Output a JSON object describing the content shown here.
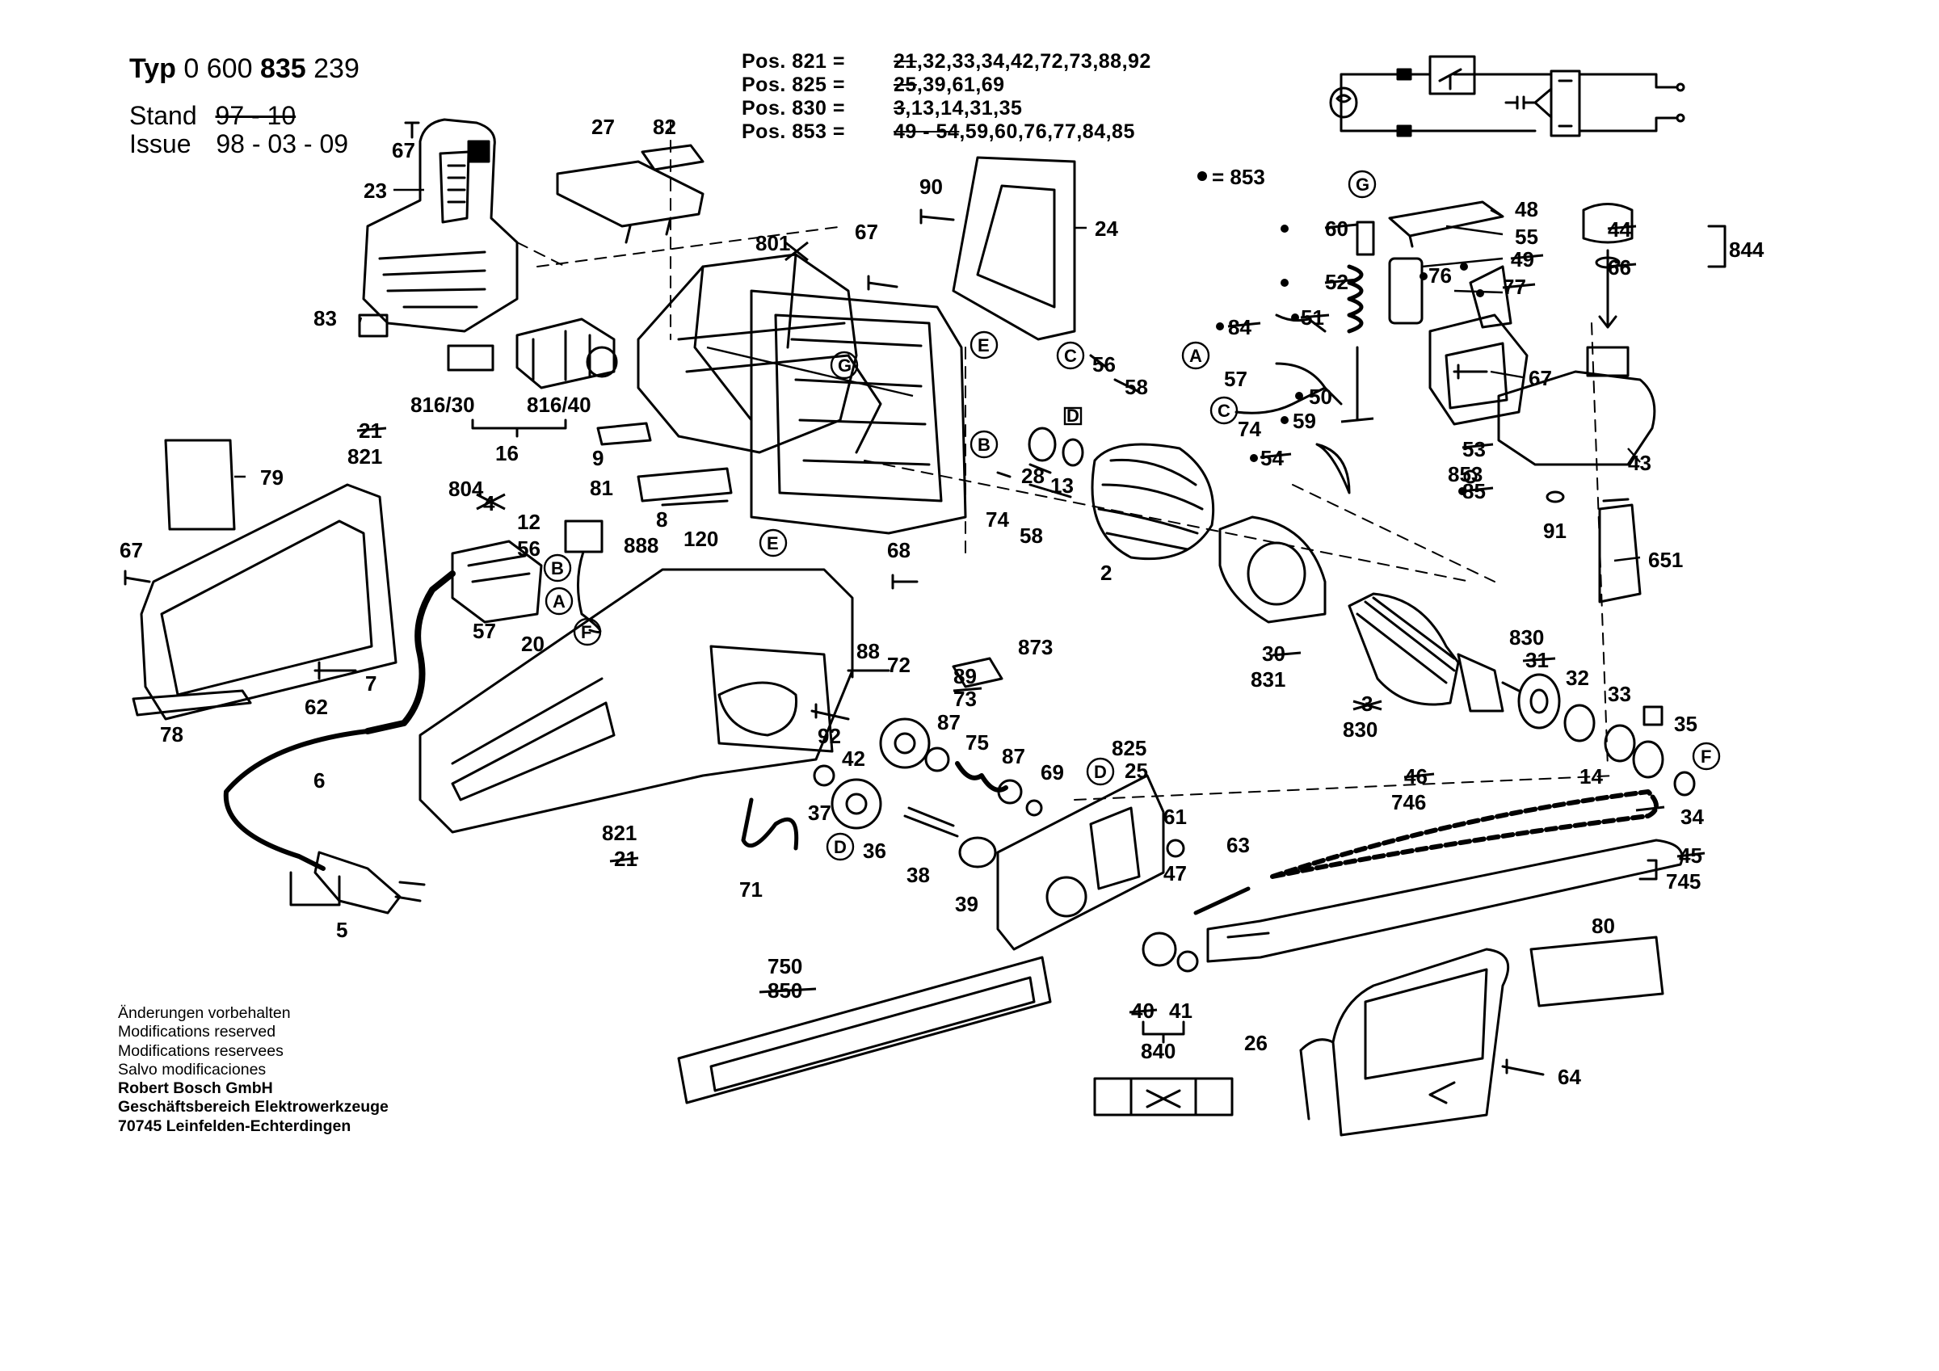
{
  "header": {
    "typ_label": "Typ",
    "typ_prefix": "0 600",
    "typ_bold": "835",
    "typ_suffix": "239",
    "stand_label": "Stand",
    "stand_value": "97 - 10",
    "issue_label": "Issue",
    "issue_value": "98 - 03 - 09"
  },
  "positions": [
    {
      "key": "Pos. 821 =",
      "struck": "21",
      "rest": ",32,33,34,42,72,73,88,92"
    },
    {
      "key": "Pos. 825 =",
      "struck": "25",
      "rest": ",39,61,69"
    },
    {
      "key": "Pos. 830 =",
      "struck": "3",
      "rest": ",13,14,31,35"
    },
    {
      "key": "Pos. 853 =",
      "struck": "49 - 54",
      "rest": ",59,60,76,77,84,85"
    }
  ],
  "legend": {
    "dot_label": "= 853"
  },
  "footer": {
    "lines": [
      "Änderungen vorbehalten",
      "Modifications reserved",
      "Modifications reservees",
      "Salvo modificaciones"
    ],
    "company": [
      "Robert Bosch GmbH",
      "Geschäftsbereich Elektrowerkzeuge",
      "70745 Leinfelden-Echterdingen"
    ]
  },
  "callouts": [
    {
      "id": "c67a",
      "t": "67"
    },
    {
      "id": "c23",
      "t": "23"
    },
    {
      "id": "c83",
      "t": "83"
    },
    {
      "id": "c27",
      "t": "27"
    },
    {
      "id": "c82",
      "t": "82"
    },
    {
      "id": "c801",
      "t": "801"
    },
    {
      "id": "c67b",
      "t": "67"
    },
    {
      "id": "c90",
      "t": "90"
    },
    {
      "id": "c24",
      "t": "24"
    },
    {
      "id": "c81630",
      "t": "816/30"
    },
    {
      "id": "c81640",
      "t": "816/40"
    },
    {
      "id": "c16",
      "t": "16"
    },
    {
      "id": "c9",
      "t": "9"
    },
    {
      "id": "c81",
      "t": "81"
    },
    {
      "id": "c8",
      "t": "8"
    },
    {
      "id": "c888",
      "t": "888"
    },
    {
      "id": "c120",
      "t": "120"
    },
    {
      "id": "c21a",
      "t": "21"
    },
    {
      "id": "c821a",
      "t": "821"
    },
    {
      "id": "c79",
      "t": "79"
    },
    {
      "id": "c67c",
      "t": "67"
    },
    {
      "id": "c78",
      "t": "78"
    },
    {
      "id": "c804",
      "t": "804"
    },
    {
      "id": "c4",
      "t": "4"
    },
    {
      "id": "c12",
      "t": "12"
    },
    {
      "id": "c56a",
      "t": "56"
    },
    {
      "id": "c57a",
      "t": "57"
    },
    {
      "id": "c20",
      "t": "20"
    },
    {
      "id": "c62",
      "t": "62"
    },
    {
      "id": "c7",
      "t": "7"
    },
    {
      "id": "c6",
      "t": "6"
    },
    {
      "id": "c5",
      "t": "5"
    },
    {
      "id": "c68",
      "t": "68"
    },
    {
      "id": "c56b",
      "t": "56"
    },
    {
      "id": "c58a",
      "t": "58"
    },
    {
      "id": "c28",
      "t": "28"
    },
    {
      "id": "c13",
      "t": "13"
    },
    {
      "id": "c74a",
      "t": "74"
    },
    {
      "id": "c58b",
      "t": "58"
    },
    {
      "id": "c2",
      "t": "2"
    },
    {
      "id": "c30",
      "t": "30"
    },
    {
      "id": "c831",
      "t": "831"
    },
    {
      "id": "c3",
      "t": "3"
    },
    {
      "id": "c830a",
      "t": "830"
    },
    {
      "id": "c830b",
      "t": "830"
    },
    {
      "id": "c31",
      "t": "31"
    },
    {
      "id": "c32",
      "t": "32"
    },
    {
      "id": "c33",
      "t": "33"
    },
    {
      "id": "c35",
      "t": "35"
    },
    {
      "id": "c14",
      "t": "14"
    },
    {
      "id": "c34",
      "t": "34"
    },
    {
      "id": "c88",
      "t": "88"
    },
    {
      "id": "c72",
      "t": "72"
    },
    {
      "id": "c873",
      "t": "873"
    },
    {
      "id": "c89",
      "t": "89"
    },
    {
      "id": "c73",
      "t": "73"
    },
    {
      "id": "c92",
      "t": "92"
    },
    {
      "id": "c42",
      "t": "42"
    },
    {
      "id": "c87a",
      "t": "87"
    },
    {
      "id": "c75",
      "t": "75"
    },
    {
      "id": "c87b",
      "t": "87"
    },
    {
      "id": "c69",
      "t": "69"
    },
    {
      "id": "c37",
      "t": "37"
    },
    {
      "id": "c36",
      "t": "36"
    },
    {
      "id": "c38",
      "t": "38"
    },
    {
      "id": "c39",
      "t": "39"
    },
    {
      "id": "c821b",
      "t": "821"
    },
    {
      "id": "c21b",
      "t": "21"
    },
    {
      "id": "c71",
      "t": "71"
    },
    {
      "id": "c825",
      "t": "825"
    },
    {
      "id": "c25",
      "t": "25"
    },
    {
      "id": "c61",
      "t": "61"
    },
    {
      "id": "c47",
      "t": "47"
    },
    {
      "id": "c63",
      "t": "63"
    },
    {
      "id": "c40",
      "t": "40"
    },
    {
      "id": "c41",
      "t": "41"
    },
    {
      "id": "c840",
      "t": "840"
    },
    {
      "id": "c46",
      "t": "46"
    },
    {
      "id": "c746",
      "t": "746"
    },
    {
      "id": "c45",
      "t": "45"
    },
    {
      "id": "c745",
      "t": "745"
    },
    {
      "id": "c750",
      "t": "750"
    },
    {
      "id": "c850",
      "t": "850"
    },
    {
      "id": "c80",
      "t": "80"
    },
    {
      "id": "c26",
      "t": "26"
    },
    {
      "id": "c64",
      "t": "64"
    },
    {
      "id": "c48",
      "t": "48"
    },
    {
      "id": "c55",
      "t": "55"
    },
    {
      "id": "c49",
      "t": "49"
    },
    {
      "id": "c60",
      "t": "60"
    },
    {
      "id": "c52",
      "t": "52"
    },
    {
      "id": "c76",
      "t": "76"
    },
    {
      "id": "c77",
      "t": "77"
    },
    {
      "id": "c84",
      "t": "84"
    },
    {
      "id": "c51",
      "t": "51"
    },
    {
      "id": "c57b",
      "t": "57"
    },
    {
      "id": "c67d",
      "t": "67"
    },
    {
      "id": "c50",
      "t": "50"
    },
    {
      "id": "c74b",
      "t": "74"
    },
    {
      "id": "c59",
      "t": "59"
    },
    {
      "id": "c53",
      "t": "53"
    },
    {
      "id": "c853",
      "t": "853"
    },
    {
      "id": "c85",
      "t": "85"
    },
    {
      "id": "c54",
      "t": "54"
    },
    {
      "id": "c44",
      "t": "44"
    },
    {
      "id": "c66",
      "t": "66"
    },
    {
      "id": "c844",
      "t": "844"
    },
    {
      "id": "c43",
      "t": "43"
    },
    {
      "id": "c91",
      "t": "91"
    },
    {
      "id": "c651",
      "t": "651"
    }
  ],
  "ref_letters": [
    {
      "id": "rE1",
      "t": "E"
    },
    {
      "id": "rG1",
      "t": "G"
    },
    {
      "id": "rC1",
      "t": "C"
    },
    {
      "id": "rD1",
      "t": "D"
    },
    {
      "id": "rB1",
      "t": "B"
    },
    {
      "id": "rB2",
      "t": "B"
    },
    {
      "id": "rA1",
      "t": "A"
    },
    {
      "id": "rF1",
      "t": "F"
    },
    {
      "id": "rE2",
      "t": "E"
    },
    {
      "id": "rD2",
      "t": "D"
    },
    {
      "id": "rD3",
      "t": "D"
    },
    {
      "id": "rF2",
      "t": "F"
    },
    {
      "id": "rG2",
      "t": "G"
    },
    {
      "id": "rA2",
      "t": "A"
    },
    {
      "id": "rC2",
      "t": "C"
    }
  ]
}
